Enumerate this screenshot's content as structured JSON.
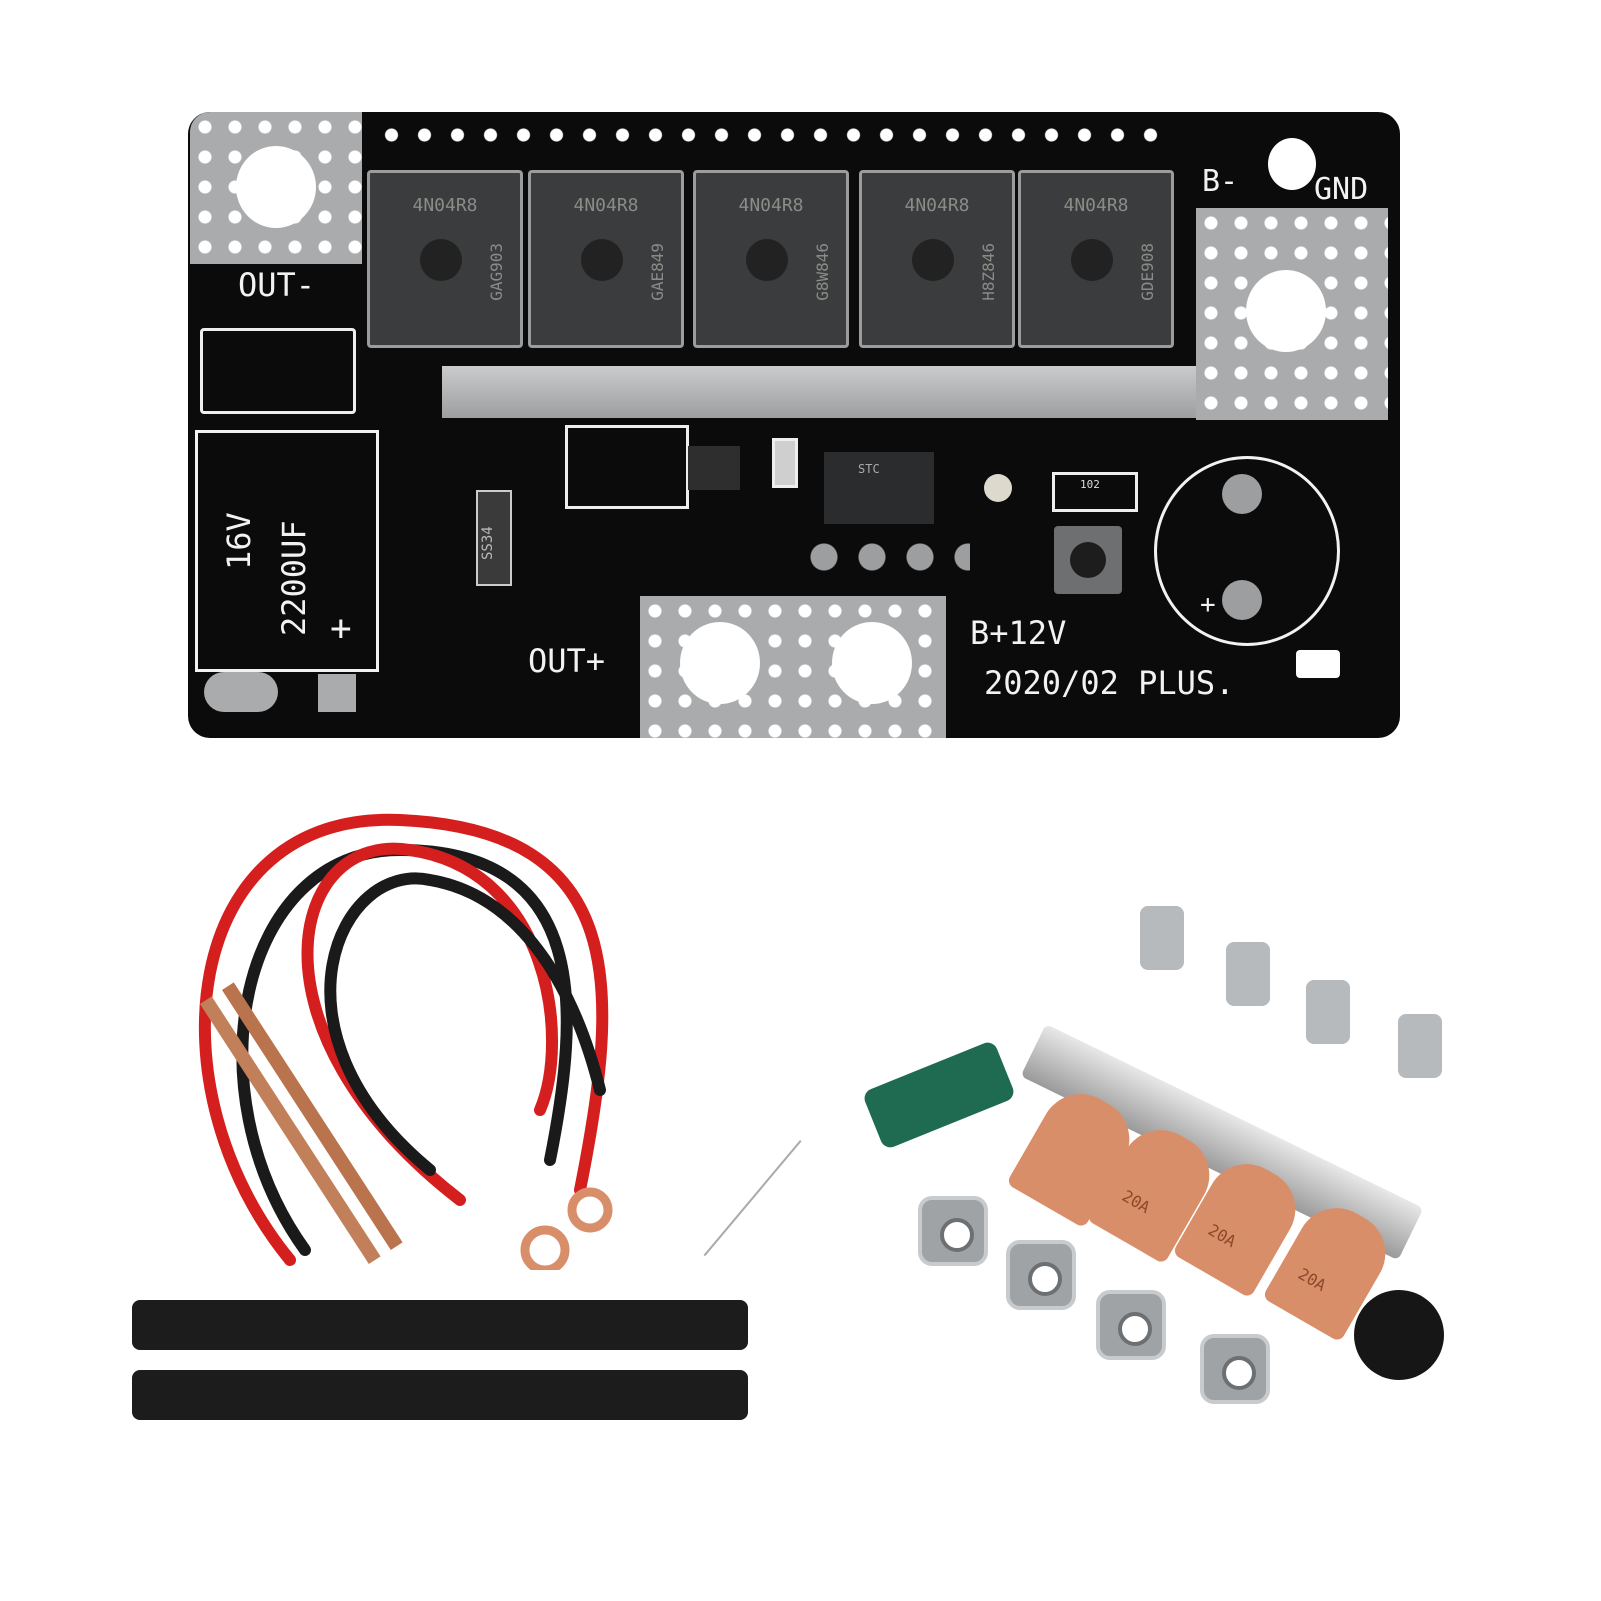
{
  "product": {
    "description": "Spot welder control board kit with accessories"
  },
  "pcb": {
    "labels": {
      "out_minus": "OUT-",
      "out_plus": "OUT+",
      "b_minus": "B-",
      "gnd": "GND",
      "b_plus": "B+12V",
      "version": "2020/02 PLUS.",
      "cap_plus": "+",
      "electrolytic_plus": "+"
    },
    "capacitor_footprint": {
      "voltage": "16V",
      "capacitance": "2200UF"
    },
    "diode_marking": "SS34",
    "ic_marking": "STC",
    "resistor_marking": "102",
    "mosfets": [
      {
        "part": "4N04R8",
        "lot": "GAG903"
      },
      {
        "part": "4N04R8",
        "lot": "GAE849"
      },
      {
        "part": "4N04R8",
        "lot": "G8W846"
      },
      {
        "part": "4N04R8",
        "lot": "H8Z846"
      },
      {
        "part": "4N04R8",
        "lot": "GDE908"
      }
    ]
  },
  "accessories": {
    "wires": [
      "red",
      "black",
      "red",
      "black"
    ],
    "welding_pens": 2,
    "heat_shrink_tubes": 2,
    "capacitor_color": "#1f6b52",
    "copper_lugs": [
      {
        "marking": ""
      },
      {
        "marking": "20A"
      },
      {
        "marking": "20A"
      },
      {
        "marking": "20A"
      }
    ],
    "screws": 4,
    "nuts": 4,
    "nickel_strip": 1,
    "buzzer": 1
  },
  "colors": {
    "pcb": "#0b0b0b",
    "silk": "#f2f2f2",
    "pad": "#a9abad",
    "copper": "#d98e6a",
    "wire_red": "#d51f1f",
    "wire_black": "#1a1a1a"
  }
}
